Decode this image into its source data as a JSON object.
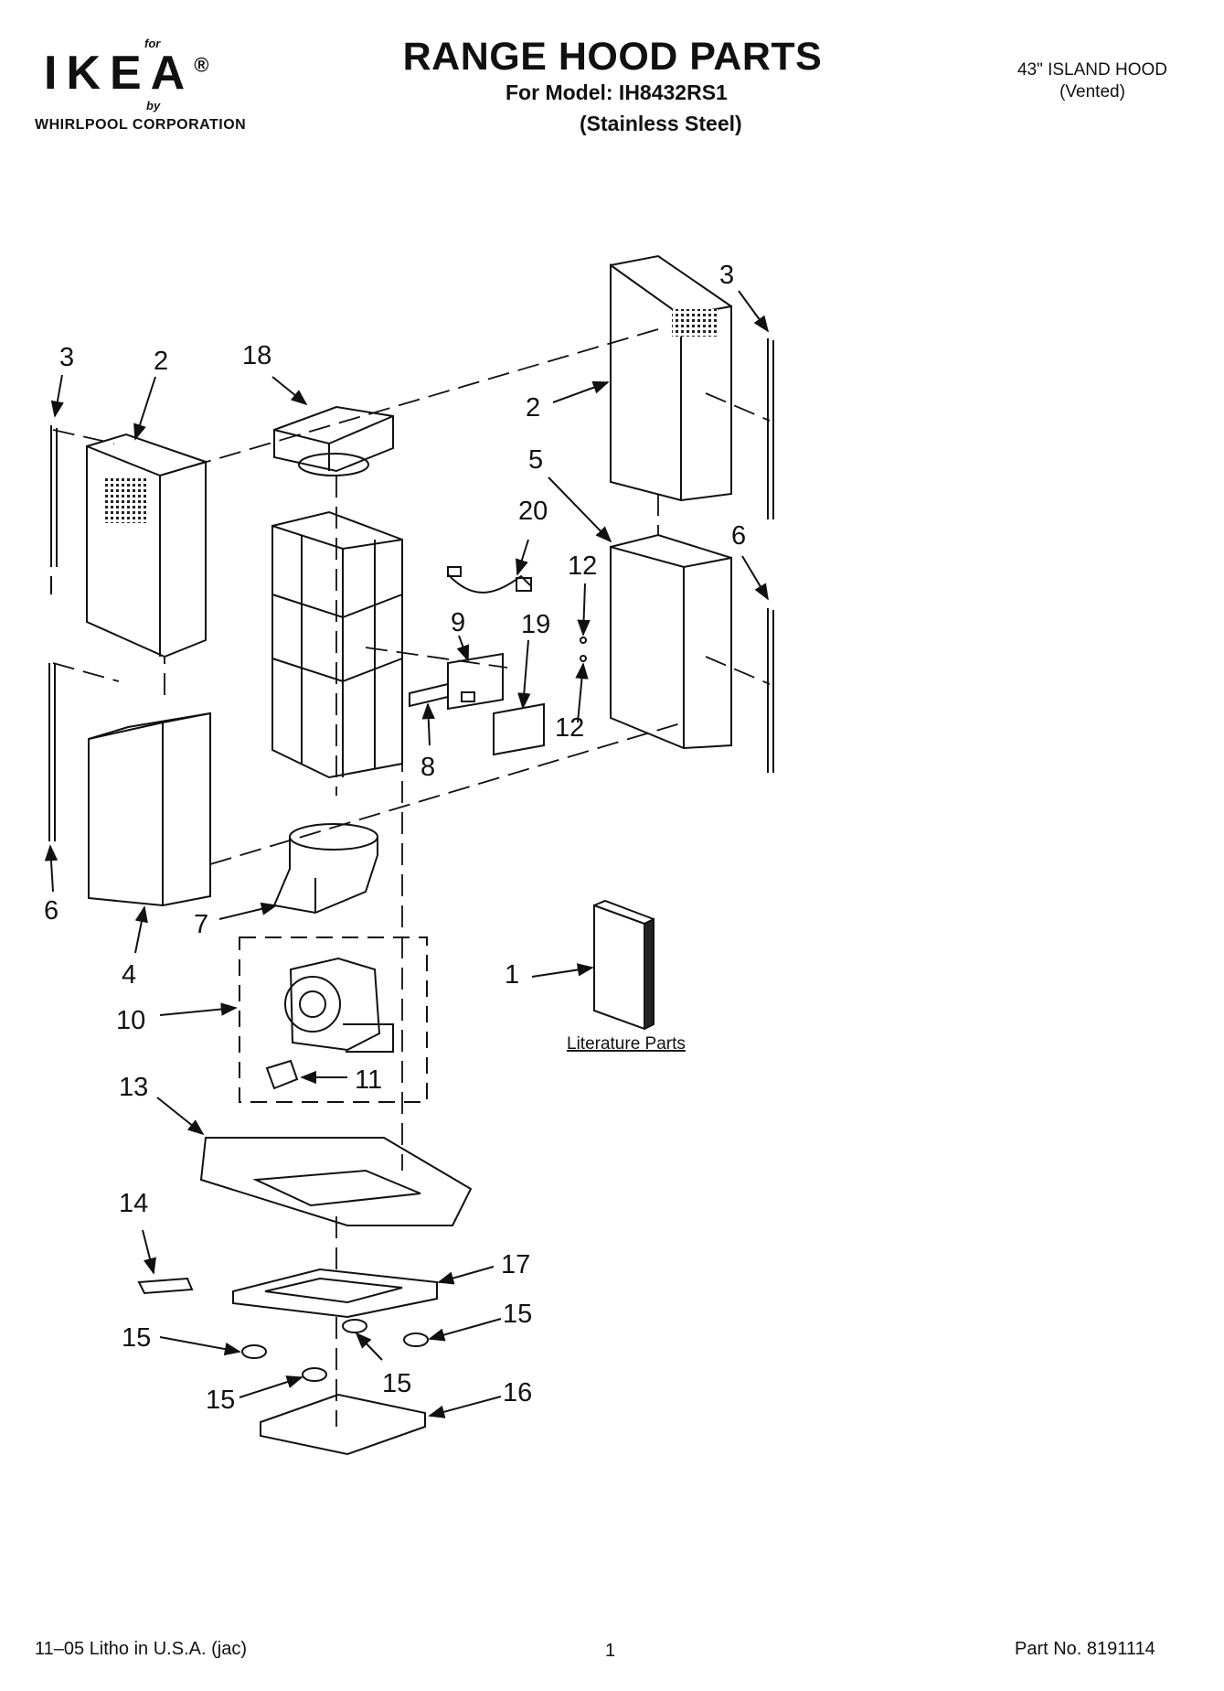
{
  "header": {
    "brand_for": "for",
    "brand_logo": "IKEA",
    "brand_mark": "®",
    "brand_by": "by",
    "brand_corp": "WHIRLPOOL CORPORATION",
    "title": "RANGE HOOD PARTS",
    "model_line": "For Model: IH8432RS1",
    "finish_line": "(Stainless Steel)",
    "hood_type": "43\" ISLAND HOOD",
    "hood_vent": "(Vented)"
  },
  "diagram": {
    "callouts": [
      "3",
      "2",
      "18",
      "3",
      "2",
      "5",
      "20",
      "6",
      "12",
      "9",
      "19",
      "12",
      "8",
      "6",
      "4",
      "7",
      "1",
      "10",
      "11",
      "13",
      "14",
      "17",
      "15",
      "15",
      "15",
      "15",
      "16"
    ],
    "literature_label": "Literature Parts"
  },
  "footer": {
    "litho": "11–05 Litho in U.S.A. (jac)",
    "page": "1",
    "part_no": "Part No. 8191114"
  },
  "colors": {
    "ink": "#111111",
    "paper": "#ffffff"
  }
}
